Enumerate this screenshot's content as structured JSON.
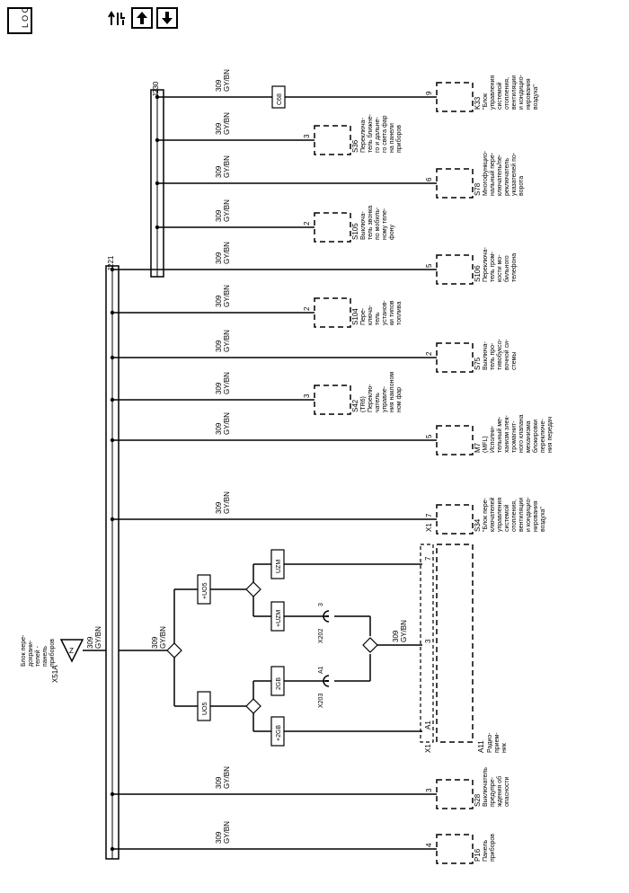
{
  "toolbar": {
    "location_label": "L O C",
    "icons": [
      "location-icon",
      "connector-view-icon",
      "arrow-up-icon",
      "arrow-down-icon"
    ]
  },
  "wire": {
    "number": "309",
    "color": "GY/BN"
  },
  "source": {
    "id": "X51A",
    "desc": [
      "Блок пере-",
      "дохрани-",
      "телей -",
      "панель",
      "приборов"
    ],
    "pin": "Z"
  },
  "splices": {
    "j221": "J221",
    "j230": "J230"
  },
  "inline_connector": "C68",
  "radio_module": {
    "labels": [
      "+UO5",
      "UO5",
      "UZM",
      "+UZM",
      "2GB",
      "+2GB"
    ],
    "x202": {
      "id": "X202",
      "pin": "3"
    },
    "x203": {
      "id": "X203",
      "pin": "A1"
    },
    "pins": [
      "7",
      "3",
      "A1"
    ],
    "x1": "X1",
    "id": "A11",
    "desc": [
      "Радио-",
      "прием-",
      "ник"
    ]
  },
  "components": [
    {
      "pin": "9",
      "x1": "",
      "id": "K33",
      "desc": [
        "\"Блок",
        "управления",
        "системой",
        "отопления,",
        "вентиляции",
        "и кондицио-",
        "нирования",
        "воздуха\""
      ]
    },
    {
      "pin": "3",
      "x1": "",
      "id": "S36",
      "desc": [
        "Переключа-",
        "тель ближне-",
        "го и дальне-",
        "го света фар",
        "на панели",
        "приборов"
      ]
    },
    {
      "pin": "6",
      "x1": "",
      "id": "S78",
      "desc": [
        "Многофункцио-",
        "нальный пере-",
        "ключатель/пе-",
        "реключатель",
        "указателей по-",
        "ворота"
      ]
    },
    {
      "pin": "2",
      "x1": "",
      "id": "S105",
      "desc": [
        "Выключа-",
        "тель звонка",
        "по мобиль-",
        "ному теле-",
        "фону"
      ]
    },
    {
      "pin": "5",
      "x1": "",
      "id": "S106",
      "desc": [
        "Переключа-",
        "тель гром-",
        "кости мо-",
        "бильного",
        "телефона"
      ]
    },
    {
      "pin": "2",
      "x1": "",
      "id": "S104",
      "desc": [
        "Пере-",
        "ключа-",
        "тель",
        "установ-",
        "ки типов",
        "топлива"
      ]
    },
    {
      "pin": "2",
      "x1": "",
      "id": "S75",
      "desc": [
        "Выключа-",
        "тель про-",
        "тивобуксо-",
        "вочной си-",
        "стемы"
      ]
    },
    {
      "pin": "3",
      "x1": "",
      "id": "S42",
      "desc": [
        "(TR6)",
        "Переклю-",
        "чатель",
        "управле-",
        "ния наклоном",
        "ном фар"
      ]
    },
    {
      "pin": "5",
      "x1": "",
      "id": "M7",
      "desc": [
        "(MFL)",
        "Исполни-",
        "тельный ме-",
        "ханизм элек-",
        "тромагнит-",
        "ного клапана",
        "механизма",
        "блокировки",
        "переключе-",
        "ния передач"
      ]
    },
    {
      "pin": "7",
      "x1": "X1",
      "id": "S34",
      "desc": [
        "\"Блок пере-",
        "ключателей",
        "управления",
        "системой",
        "отопления,",
        "вентиляции",
        "и кондицио-",
        "нирования",
        "воздуха\""
      ]
    },
    {
      "pin": "3",
      "x1": "",
      "id": "S28",
      "desc": [
        "Выключатель",
        "предупре-",
        "ждения об",
        "опасности"
      ]
    },
    {
      "pin": "4",
      "x1": "",
      "id": "P16",
      "desc": [
        "Панель",
        "приборов"
      ]
    }
  ]
}
